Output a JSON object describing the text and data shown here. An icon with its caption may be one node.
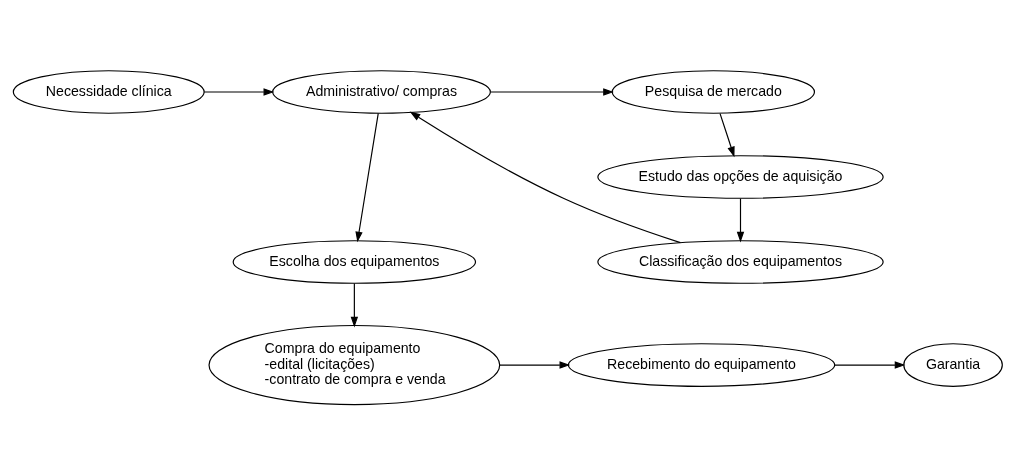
{
  "diagram": {
    "nodes": [
      {
        "text": [
          "Necessidade clínica"
        ]
      },
      {
        "text": [
          "Administrativo/ compras"
        ]
      },
      {
        "text": [
          "Pesquisa de mercado"
        ]
      },
      {
        "text": [
          "Estudo das opções de aquisição"
        ]
      },
      {
        "text": [
          "Classificação dos equipamentos"
        ]
      },
      {
        "text": [
          "Escolha dos equipamentos"
        ]
      },
      {
        "text": [
          "Compra do equipamento",
          "-edital (licitações)",
          "-contrato de compra e venda"
        ]
      },
      {
        "text": [
          "Recebimento do equipamento"
        ]
      },
      {
        "text": [
          "Garantia"
        ]
      }
    ],
    "edges": [
      {
        "from": 0,
        "to": 1,
        "arrow": "to"
      },
      {
        "from": 1,
        "to": 2,
        "arrow": "to"
      },
      {
        "from": 2,
        "to": 3,
        "arrow": "to"
      },
      {
        "from": 3,
        "to": 4,
        "arrow": "to"
      },
      {
        "from": 4,
        "to": 1,
        "arrow": "to"
      },
      {
        "from": 1,
        "to": 5,
        "arrow": "to"
      },
      {
        "from": 5,
        "to": 6,
        "arrow": "to"
      },
      {
        "from": 6,
        "to": 7,
        "arrow": "to"
      },
      {
        "from": 7,
        "to": 8,
        "arrow": "to"
      }
    ]
  }
}
